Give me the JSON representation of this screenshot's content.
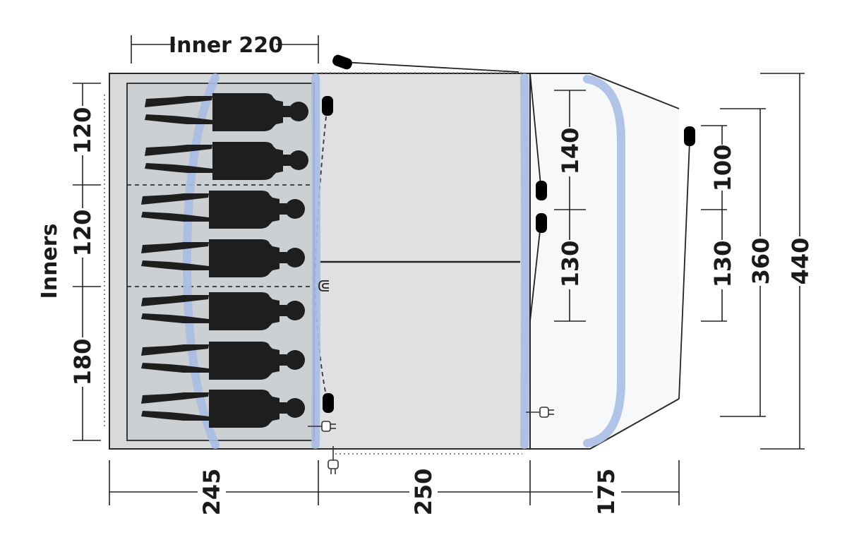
{
  "labels": {
    "inner_width": "Inner 220",
    "inners": "Inners"
  },
  "dimensions": {
    "bottom": [
      "245",
      "250",
      "175"
    ],
    "left": [
      "120",
      "120",
      "180"
    ],
    "door_left": [
      "140",
      "130"
    ],
    "door_right": [
      "100",
      "130"
    ],
    "overall": [
      "360",
      "440"
    ]
  },
  "colors": {
    "inner_fill": "#d2d4d6",
    "living_fill": "#dee0e2",
    "porch_fill": "#f7f8f9",
    "pole": "#a9bde3",
    "person": "#1e1e1e"
  },
  "icons": [
    "power-plug-icon",
    "peg-icon",
    "tie-back-icon"
  ],
  "people_count": 7
}
